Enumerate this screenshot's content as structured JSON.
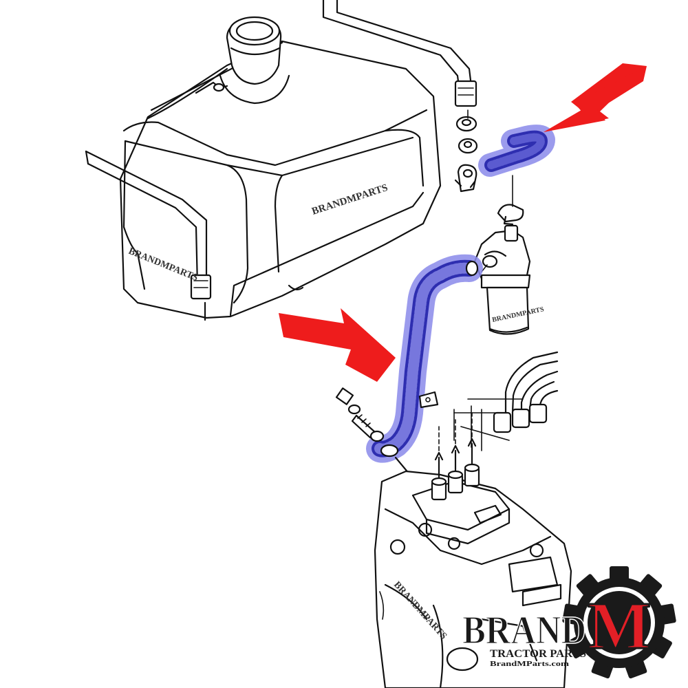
{
  "colors": {
    "line": "#111111",
    "hose_highlight": "#7f7fe0",
    "hose_body": "#2b2bb8",
    "arrow": "#ee1c1c",
    "logo_dark": "#1a1a1a",
    "logo_red": "#e21f26"
  },
  "watermarks": [
    "BRANDMPARTS",
    "BRANDMPARTS",
    "BRANDMPARTS",
    "BRANDMPARTS"
  ],
  "logo": {
    "brand_prefix": "BRAND",
    "brand_letter": "M",
    "tagline": "TRACTOR PARTS",
    "website": "BrandMParts.com"
  },
  "icons": [
    "fuel-tank-icon",
    "fuel-filter-icon",
    "injection-pump-icon",
    "gear-icon"
  ]
}
